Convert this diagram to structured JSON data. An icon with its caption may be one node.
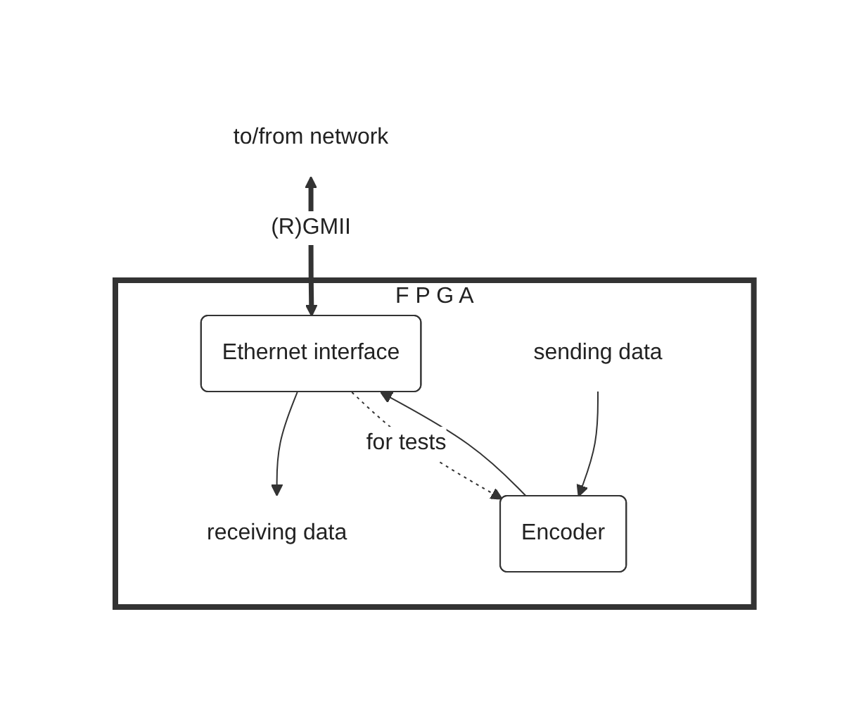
{
  "diagram": {
    "nodes": [
      {
        "text": [
          "to/from network"
        ]
      },
      {
        "text": [
          "F P G A"
        ]
      },
      {
        "text": [
          "Ethernet interface"
        ],
        "in": 1
      },
      {
        "text": [
          "Encoder"
        ],
        "in": 1
      },
      {
        "text": [
          "receiving data"
        ],
        "in": 1
      },
      {
        "text": [
          "sending data"
        ],
        "in": 1
      }
    ],
    "edges": [
      {
        "from": 0,
        "to": 2,
        "arrow": "both",
        "label": "(R)GMII",
        "style": "thick"
      },
      {
        "from": 3,
        "to": 2,
        "arrow": "to"
      },
      {
        "from": 2,
        "to": 4,
        "arrow": "to"
      },
      {
        "from": 2,
        "to": 3,
        "arrow": "to",
        "label": "for tests",
        "style": "dashed"
      },
      {
        "from": 5,
        "to": 3,
        "arrow": "to"
      }
    ]
  }
}
